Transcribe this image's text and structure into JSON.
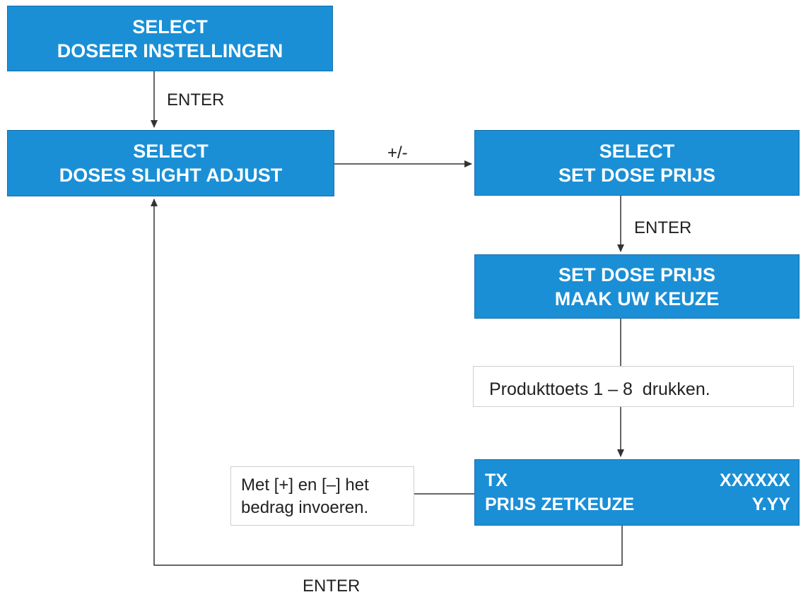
{
  "boxes": {
    "doseer_instellingen": {
      "line1": "SELECT",
      "line2": "DOSEER INSTELLINGEN"
    },
    "doses_slight_adjust": {
      "line1": "SELECT",
      "line2": "DOSES SLIGHT ADJUST"
    },
    "set_dose_prijs": {
      "line1": "SELECT",
      "line2": "SET DOSE PRIJS"
    },
    "maak_uw_keuze": {
      "line1": "SET DOSE PRIJS",
      "line2": "MAAK UW KEUZE"
    },
    "prijs_zetkeuze": {
      "tl": "TX",
      "tr": "XXXXXX",
      "bl": "PRIJS ZETKEUZE",
      "br": "Y.YY"
    }
  },
  "notes": {
    "produkttoets": "Produkttoets 1 – 8  drukken.",
    "bedrag_line1": "Met [+] en [–] het",
    "bedrag_line2": "bedrag invoeren."
  },
  "labels": {
    "enter_top": "ENTER",
    "plus_minus": "+/-",
    "enter_right": "ENTER",
    "enter_bottom": "ENTER"
  },
  "colors": {
    "box_fill": "#1a8fd6",
    "line": "#333333"
  }
}
